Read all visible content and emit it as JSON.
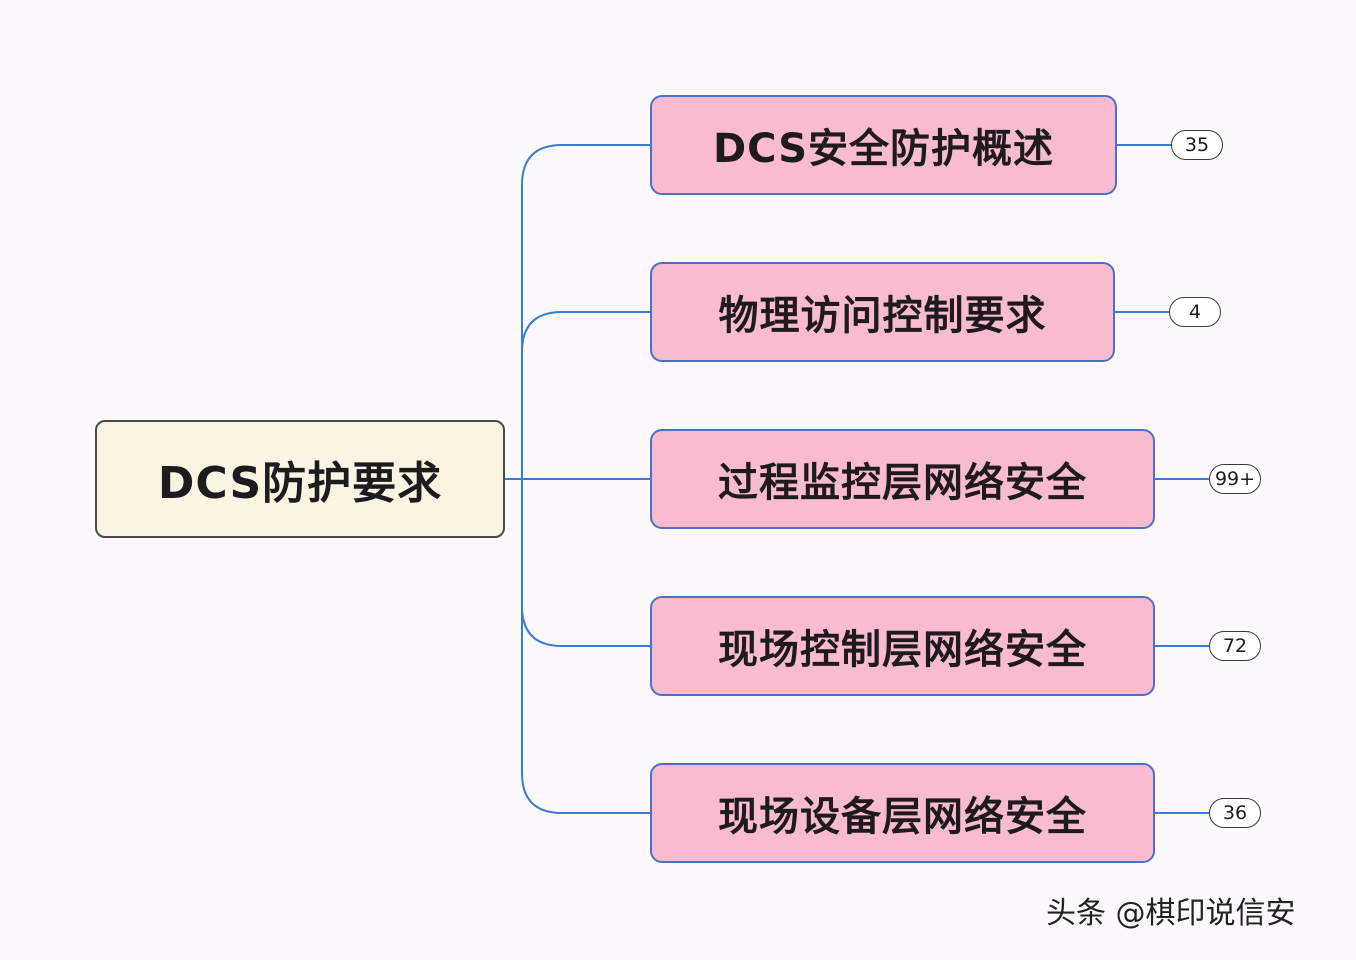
{
  "root": {
    "label": "DCS防护要求"
  },
  "branches": [
    {
      "label": "DCS安全防护概述",
      "count": "35"
    },
    {
      "label": "物理访问控制要求",
      "count": "4"
    },
    {
      "label": "过程监控层网络安全",
      "count": "99+"
    },
    {
      "label": "现场控制层网络安全",
      "count": "72"
    },
    {
      "label": "现场设备层网络安全",
      "count": "36"
    }
  ],
  "colors": {
    "connector": "#3b7bd6",
    "root_fill": "#fbf4e3",
    "branch_fill": "#f8bbd0",
    "branch_border": "#4f6fc4"
  },
  "watermark": {
    "text": "头条 @棋印说信安"
  }
}
